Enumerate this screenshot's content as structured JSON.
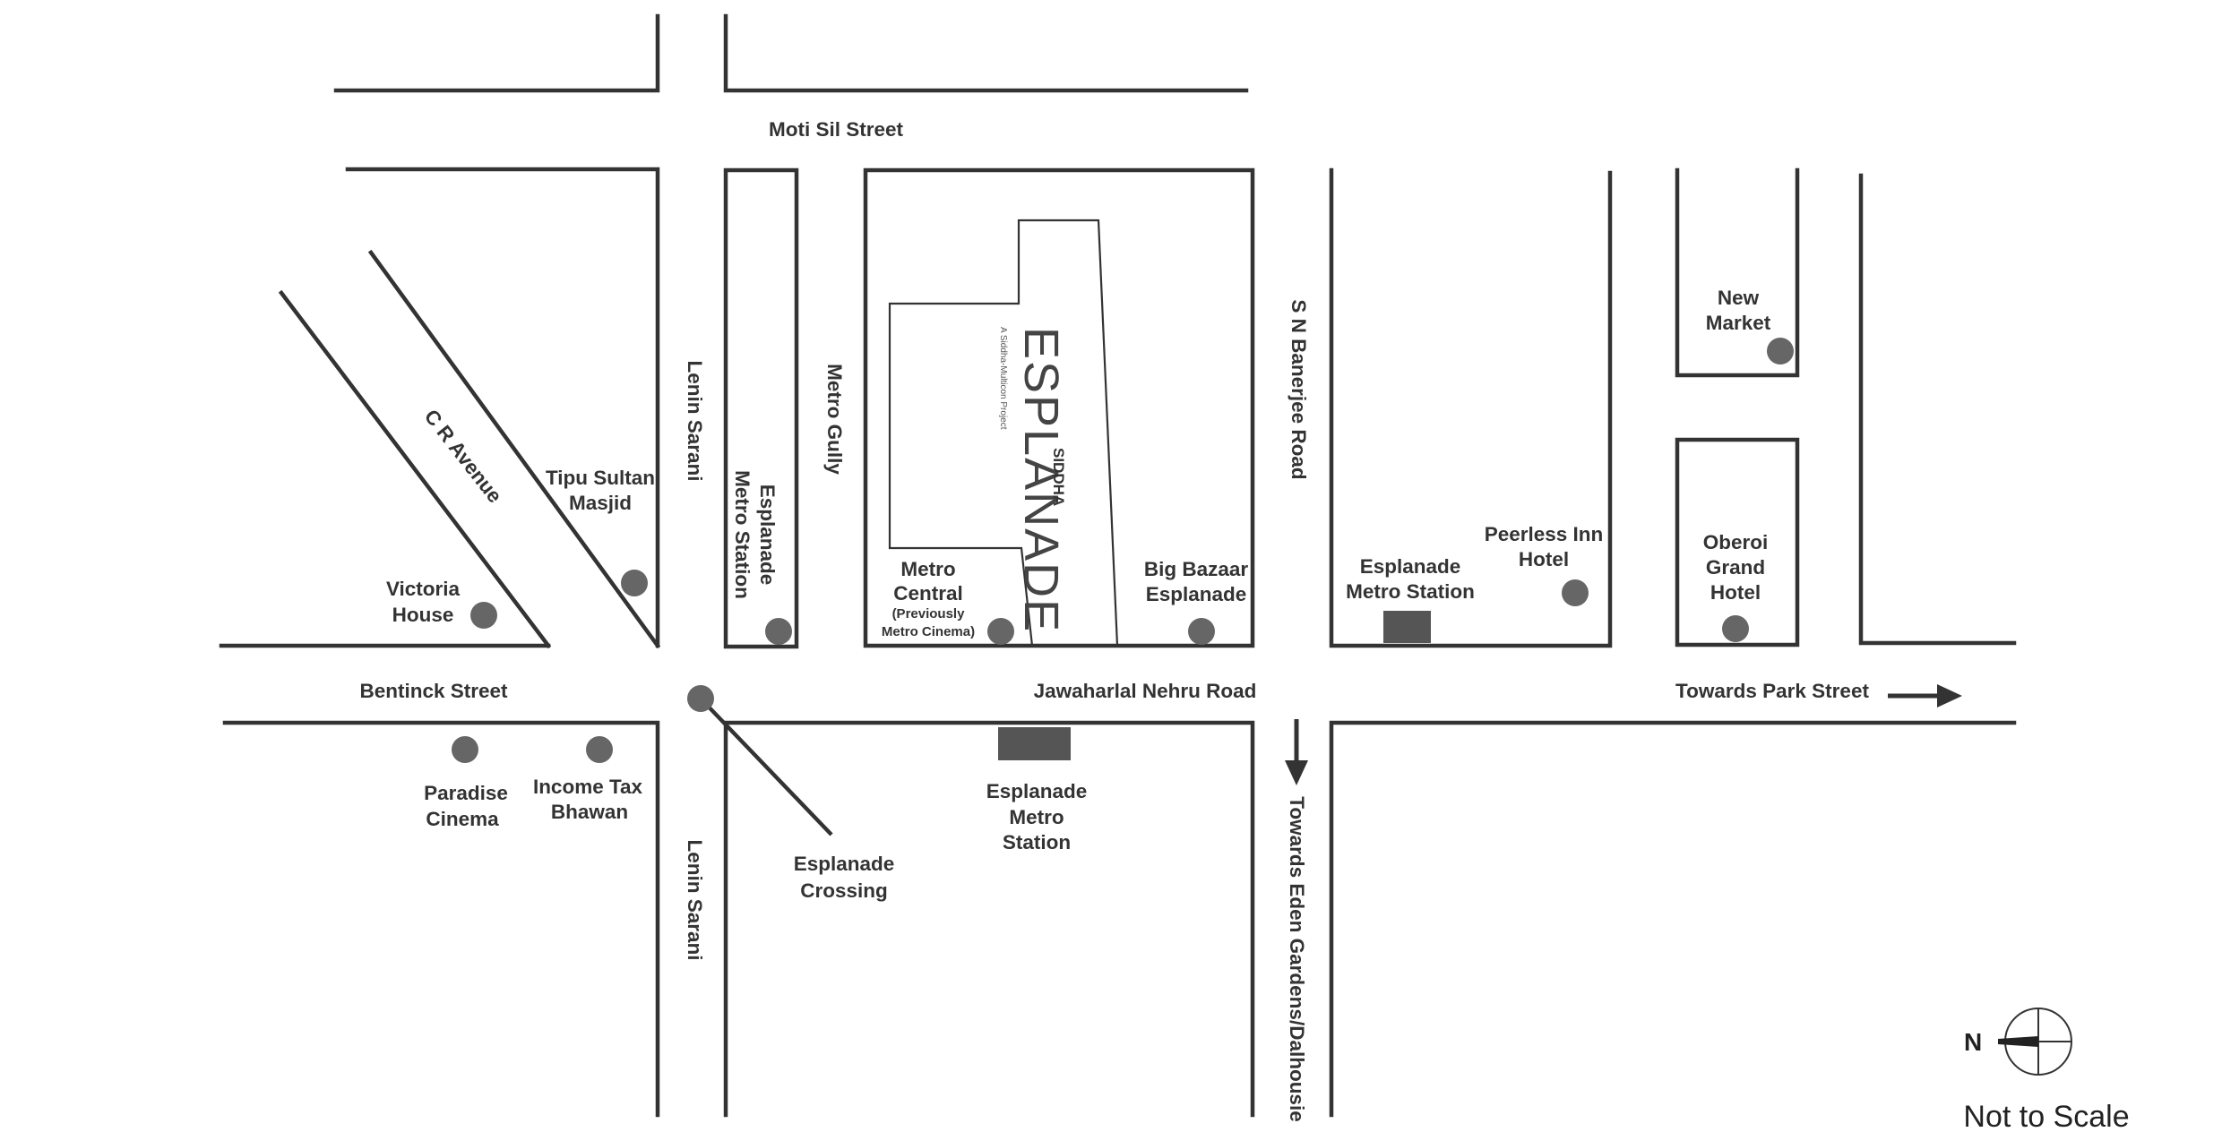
{
  "roads": {
    "moti_sil_street": "Moti Sil Street",
    "lenin_sarani_north": "Lenin Sarani",
    "lenin_sarani_south": "Lenin Sarani",
    "metro_gully": "Metro Gully",
    "sn_banerjee_road": "S N Banerjee Road",
    "cr_avenue": "C R Avenue",
    "bentinck_street": "Bentinck Street",
    "jawaharlal_nehru_road": "Jawaharlal Nehru Road",
    "towards_park_street": "Towards Park Street",
    "towards_eden_gardens": "Towards Eden Gardens/Dalhousie"
  },
  "landmarks": {
    "tipu_sultan": [
      "Tipu Sultan",
      "Masjid"
    ],
    "victoria_house": [
      "Victoria",
      "House"
    ],
    "esplanade_metro_vertical": [
      "Esplanade",
      "Metro Station"
    ],
    "metro_central": [
      "Metro",
      "Central"
    ],
    "metro_central_note": [
      "(Previously",
      "Metro Cinema)"
    ],
    "big_bazaar": [
      "Big Bazaar",
      "Esplanade"
    ],
    "esplanade_metro_east": [
      "Esplanade",
      "Metro Station"
    ],
    "peerless_inn": [
      "Peerless Inn",
      "Hotel"
    ],
    "new_market": [
      "New",
      "Market"
    ],
    "oberoi_grand": [
      "Oberoi",
      "Grand",
      "Hotel"
    ],
    "paradise_cinema": [
      "Paradise",
      "Cinema"
    ],
    "income_tax_bhawan": [
      "Income Tax",
      "Bhawan"
    ],
    "esplanade_crossing": [
      "Esplanade",
      "Crossing"
    ],
    "esplanade_metro_south": [
      "Esplanade",
      "Metro",
      "Station"
    ]
  },
  "project": {
    "logo": "SIDDHA",
    "name": "ESPLANADE",
    "tagline": "A Siddha-Multicon Project"
  },
  "compass": {
    "letter": "N",
    "direction": "left"
  },
  "footer": {
    "scale_note": "Not to Scale"
  },
  "colors": {
    "road": "#333333",
    "landmark_dot": "#666666",
    "metro_station": "#555555"
  }
}
